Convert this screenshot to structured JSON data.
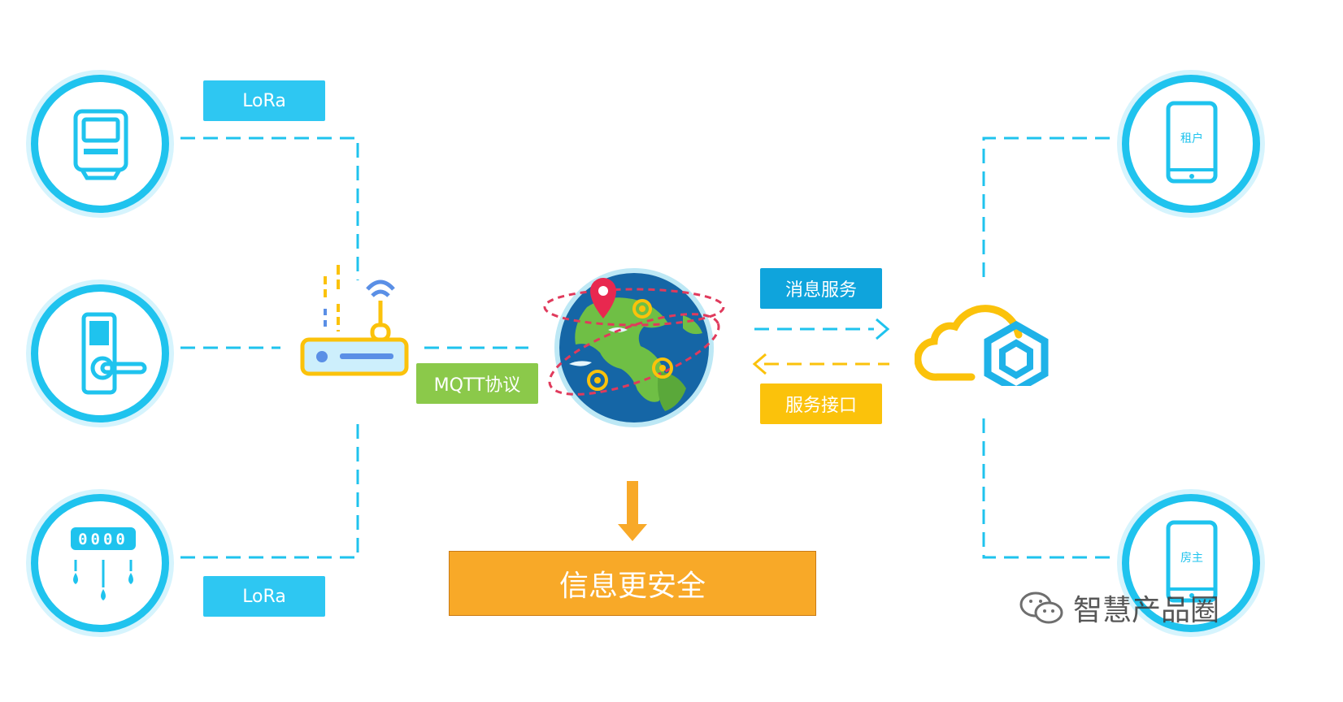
{
  "labels": {
    "lora_top": "LoRa",
    "lora_bottom": "LoRa",
    "mqtt": "MQTT协议",
    "message_service": "消息服务",
    "service_interface": "服务接口",
    "secure": "信息更安全",
    "tenant": "租户",
    "landlord": "房主",
    "meter_digits": "0000",
    "watermark": "智慧产品圈"
  },
  "colors": {
    "accent_blue": "#1fc3ee",
    "lora_blue": "#2ec7f2",
    "mqtt_green": "#8bc94a",
    "service_blue": "#0fa4dc",
    "api_yellow": "#fbc20b",
    "secure_orange": "#f8a928"
  },
  "icons": [
    "electric-meter-icon",
    "smart-lock-icon",
    "water-meter-icon",
    "router-icon",
    "globe-icon",
    "cloud-icon",
    "tablet-icon"
  ]
}
